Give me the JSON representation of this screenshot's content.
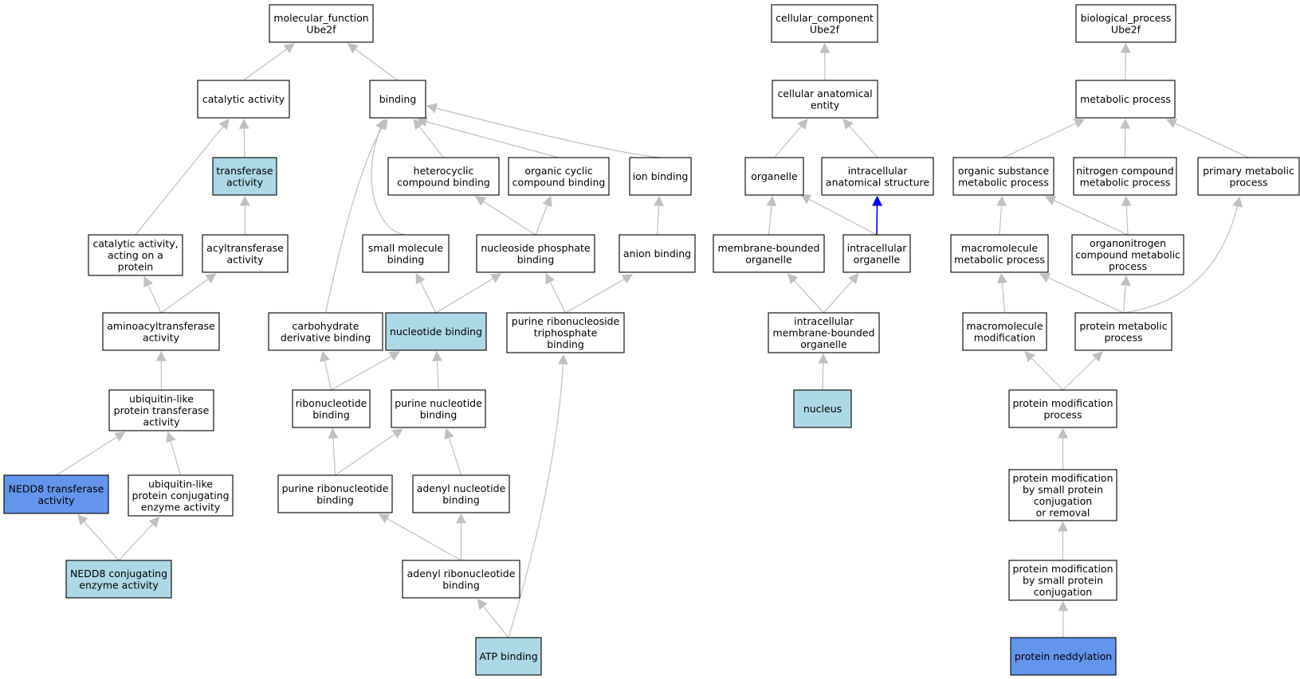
{
  "colors": {
    "plain": "#ffffff",
    "light": "#add8e6",
    "dark": "#6495ed",
    "edge": "#c0c0c0",
    "edge_highlight": "#0000ff"
  },
  "nodes": {
    "mf_root": {
      "lines": [
        "molecular_function",
        "Ube2f"
      ],
      "fill": "plain"
    },
    "catalytic": {
      "lines": [
        "catalytic activity"
      ],
      "fill": "plain"
    },
    "binding": {
      "lines": [
        "binding"
      ],
      "fill": "plain"
    },
    "transferase": {
      "lines": [
        "transferase",
        "activity"
      ],
      "fill": "light"
    },
    "cat_acting_protein": {
      "lines": [
        "catalytic activity,",
        "acting on a",
        "protein"
      ],
      "fill": "plain"
    },
    "acyltransferase": {
      "lines": [
        "acyltransferase",
        "activity"
      ],
      "fill": "plain"
    },
    "aminoacyltransferase": {
      "lines": [
        "aminoacyltransferase",
        "activity"
      ],
      "fill": "plain"
    },
    "ubl_protein_transferase": {
      "lines": [
        "ubiquitin-like",
        "protein transferase",
        "activity"
      ],
      "fill": "plain"
    },
    "nedd8_transferase": {
      "lines": [
        "NEDD8 transferase",
        "activity"
      ],
      "fill": "dark"
    },
    "ubl_conjugating": {
      "lines": [
        "ubiquitin-like",
        "protein conjugating",
        "enzyme activity"
      ],
      "fill": "plain"
    },
    "nedd8_conjugating": {
      "lines": [
        "NEDD8 conjugating",
        "enzyme activity"
      ],
      "fill": "light"
    },
    "heterocyclic": {
      "lines": [
        "heterocyclic",
        "compound binding"
      ],
      "fill": "plain"
    },
    "organic_cyclic": {
      "lines": [
        "organic cyclic",
        "compound binding"
      ],
      "fill": "plain"
    },
    "ion_binding": {
      "lines": [
        "ion binding"
      ],
      "fill": "plain"
    },
    "small_molecule": {
      "lines": [
        "small molecule",
        "binding"
      ],
      "fill": "plain"
    },
    "nucleoside_phosphate": {
      "lines": [
        "nucleoside phosphate",
        "binding"
      ],
      "fill": "plain"
    },
    "anion_binding": {
      "lines": [
        "anion binding"
      ],
      "fill": "plain"
    },
    "carbohydrate_deriv": {
      "lines": [
        "carbohydrate",
        "derivative binding"
      ],
      "fill": "plain"
    },
    "nucleotide_binding": {
      "lines": [
        "nucleotide binding"
      ],
      "fill": "light"
    },
    "purine_ribonucleoside_tp": {
      "lines": [
        "purine ribonucleoside",
        "triphosphate",
        "binding"
      ],
      "fill": "plain"
    },
    "ribonucleotide": {
      "lines": [
        "ribonucleotide",
        "binding"
      ],
      "fill": "plain"
    },
    "purine_nucleotide": {
      "lines": [
        "purine nucleotide",
        "binding"
      ],
      "fill": "plain"
    },
    "purine_ribonucleotide": {
      "lines": [
        "purine ribonucleotide",
        "binding"
      ],
      "fill": "plain"
    },
    "adenyl_nucleotide": {
      "lines": [
        "adenyl nucleotide",
        "binding"
      ],
      "fill": "plain"
    },
    "adenyl_ribonucleotide": {
      "lines": [
        "adenyl ribonucleotide",
        "binding"
      ],
      "fill": "plain"
    },
    "atp_binding": {
      "lines": [
        "ATP binding"
      ],
      "fill": "light"
    },
    "cc_root": {
      "lines": [
        "cellular_component",
        "Ube2f"
      ],
      "fill": "plain"
    },
    "cellular_anatomical": {
      "lines": [
        "cellular anatomical",
        "entity"
      ],
      "fill": "plain"
    },
    "organelle": {
      "lines": [
        "organelle"
      ],
      "fill": "plain"
    },
    "intracellular_anat": {
      "lines": [
        "intracellular",
        "anatomical structure"
      ],
      "fill": "plain"
    },
    "membrane_bounded": {
      "lines": [
        "membrane-bounded",
        "organelle"
      ],
      "fill": "plain"
    },
    "intracellular_organelle": {
      "lines": [
        "intracellular",
        "organelle"
      ],
      "fill": "plain"
    },
    "intracell_mb_organelle": {
      "lines": [
        "intracellular",
        "membrane-bounded",
        "organelle"
      ],
      "fill": "plain"
    },
    "nucleus": {
      "lines": [
        "nucleus"
      ],
      "fill": "light"
    },
    "bp_root": {
      "lines": [
        "biological_process",
        "Ube2f"
      ],
      "fill": "plain"
    },
    "metabolic": {
      "lines": [
        "metabolic process"
      ],
      "fill": "plain"
    },
    "organic_substance": {
      "lines": [
        "organic substance",
        "metabolic process"
      ],
      "fill": "plain"
    },
    "nitrogen_compound": {
      "lines": [
        "nitrogen compound",
        "metabolic process"
      ],
      "fill": "plain"
    },
    "primary_metabolic": {
      "lines": [
        "primary metabolic",
        "process"
      ],
      "fill": "plain"
    },
    "macromolecule_metabolic": {
      "lines": [
        "macromolecule",
        "metabolic process"
      ],
      "fill": "plain"
    },
    "organonitrogen": {
      "lines": [
        "organonitrogen",
        "compound metabolic",
        "process"
      ],
      "fill": "plain"
    },
    "macromolecule_mod": {
      "lines": [
        "macromolecule",
        "modification"
      ],
      "fill": "plain"
    },
    "protein_metabolic": {
      "lines": [
        "protein metabolic",
        "process"
      ],
      "fill": "plain"
    },
    "protein_mod": {
      "lines": [
        "protein modification",
        "process"
      ],
      "fill": "plain"
    },
    "protein_mod_small_removal": {
      "lines": [
        "protein modification",
        "by small protein",
        "conjugation",
        "or removal"
      ],
      "fill": "plain"
    },
    "protein_mod_small": {
      "lines": [
        "protein modification",
        "by small protein",
        "conjugation"
      ],
      "fill": "plain"
    },
    "protein_neddylation": {
      "lines": [
        "protein neddylation"
      ],
      "fill": "dark"
    }
  },
  "edges": [
    [
      "catalytic",
      "mf_root"
    ],
    [
      "binding",
      "mf_root"
    ],
    [
      "transferase",
      "catalytic"
    ],
    [
      "cat_acting_protein",
      "catalytic"
    ],
    [
      "acyltransferase",
      "transferase"
    ],
    [
      "aminoacyltransferase",
      "cat_acting_protein"
    ],
    [
      "aminoacyltransferase",
      "acyltransferase"
    ],
    [
      "ubl_protein_transferase",
      "aminoacyltransferase"
    ],
    [
      "nedd8_transferase",
      "ubl_protein_transferase"
    ],
    [
      "ubl_conjugating",
      "ubl_protein_transferase"
    ],
    [
      "nedd8_conjugating",
      "nedd8_transferase"
    ],
    [
      "nedd8_conjugating",
      "ubl_conjugating"
    ],
    [
      "heterocyclic",
      "binding"
    ],
    [
      "organic_cyclic",
      "binding"
    ],
    [
      "ion_binding",
      "binding"
    ],
    [
      "small_molecule",
      "binding"
    ],
    [
      "carbohydrate_deriv",
      "binding"
    ],
    [
      "nucleoside_phosphate",
      "heterocyclic"
    ],
    [
      "nucleoside_phosphate",
      "organic_cyclic"
    ],
    [
      "anion_binding",
      "ion_binding"
    ],
    [
      "nucleotide_binding",
      "small_molecule"
    ],
    [
      "nucleotide_binding",
      "nucleoside_phosphate"
    ],
    [
      "purine_ribonucleoside_tp",
      "nucleoside_phosphate"
    ],
    [
      "purine_ribonucleoside_tp",
      "anion_binding"
    ],
    [
      "ribonucleotide",
      "carbohydrate_deriv"
    ],
    [
      "ribonucleotide",
      "nucleotide_binding"
    ],
    [
      "purine_nucleotide",
      "nucleotide_binding"
    ],
    [
      "purine_ribonucleotide",
      "ribonucleotide"
    ],
    [
      "purine_ribonucleotide",
      "purine_nucleotide"
    ],
    [
      "adenyl_nucleotide",
      "purine_nucleotide"
    ],
    [
      "adenyl_ribonucleotide",
      "purine_ribonucleotide"
    ],
    [
      "adenyl_ribonucleotide",
      "adenyl_nucleotide"
    ],
    [
      "atp_binding",
      "adenyl_ribonucleotide"
    ],
    [
      "atp_binding",
      "purine_ribonucleoside_tp"
    ],
    [
      "cellular_anatomical",
      "cc_root"
    ],
    [
      "organelle",
      "cellular_anatomical"
    ],
    [
      "intracellular_anat",
      "cellular_anatomical"
    ],
    [
      "membrane_bounded",
      "organelle"
    ],
    [
      "intracellular_organelle",
      "organelle"
    ],
    [
      "intracellular_organelle",
      "intracellular_anat",
      "highlight"
    ],
    [
      "intracell_mb_organelle",
      "membrane_bounded"
    ],
    [
      "intracell_mb_organelle",
      "intracellular_organelle"
    ],
    [
      "nucleus",
      "intracell_mb_organelle"
    ],
    [
      "metabolic",
      "bp_root"
    ],
    [
      "organic_substance",
      "metabolic"
    ],
    [
      "nitrogen_compound",
      "metabolic"
    ],
    [
      "primary_metabolic",
      "metabolic"
    ],
    [
      "macromolecule_metabolic",
      "organic_substance"
    ],
    [
      "organonitrogen",
      "organic_substance"
    ],
    [
      "organonitrogen",
      "nitrogen_compound"
    ],
    [
      "macromolecule_mod",
      "macromolecule_metabolic"
    ],
    [
      "protein_metabolic",
      "macromolecule_metabolic"
    ],
    [
      "protein_metabolic",
      "organonitrogen"
    ],
    [
      "protein_metabolic",
      "primary_metabolic"
    ],
    [
      "protein_mod",
      "macromolecule_mod"
    ],
    [
      "protein_mod",
      "protein_metabolic"
    ],
    [
      "protein_mod_small_removal",
      "protein_mod"
    ],
    [
      "protein_mod_small",
      "protein_mod_small_removal"
    ],
    [
      "protein_neddylation",
      "protein_mod_small"
    ]
  ]
}
